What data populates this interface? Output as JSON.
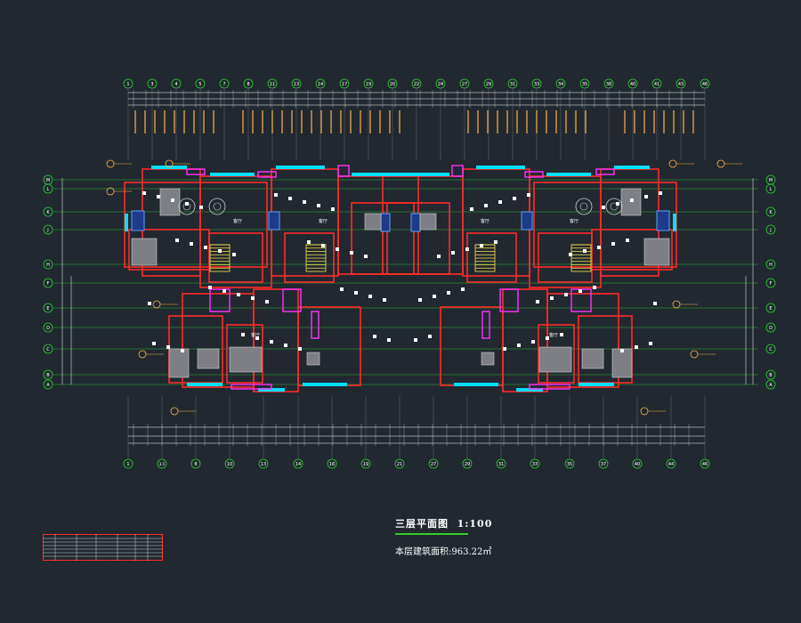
{
  "drawing": {
    "title": "三层平面图",
    "scale": "1:100",
    "area_label": "本层建筑面积:",
    "area_value": "963.22㎡"
  },
  "grid_rows": [
    "M",
    "L",
    "K",
    "J",
    "H",
    "F",
    "E",
    "D",
    "C",
    "B",
    "A"
  ],
  "grid_cols_top": [
    "1",
    "3",
    "4",
    "5",
    "7",
    "8",
    "11",
    "13",
    "14",
    "17",
    "19",
    "20",
    "22",
    "24",
    "27",
    "29",
    "31",
    "33",
    "34",
    "35",
    "38",
    "40",
    "41",
    "43",
    "46"
  ],
  "grid_cols_bottom": [
    "1",
    "3.5",
    "8",
    "10",
    "13",
    "14",
    "16",
    "19",
    "21",
    "27",
    "29",
    "31",
    "33",
    "35",
    "37",
    "40",
    "44",
    "46"
  ],
  "rooms": {
    "living": "客厅"
  },
  "colors": {
    "background": "#212830",
    "wall": "#ff2b2b",
    "grid": "#2fd02f",
    "window": "#00e0ff",
    "accent": "#ff33ff",
    "dimension": "#ffffff",
    "annotation": "#ffb347",
    "stair": "#ffe64d"
  }
}
